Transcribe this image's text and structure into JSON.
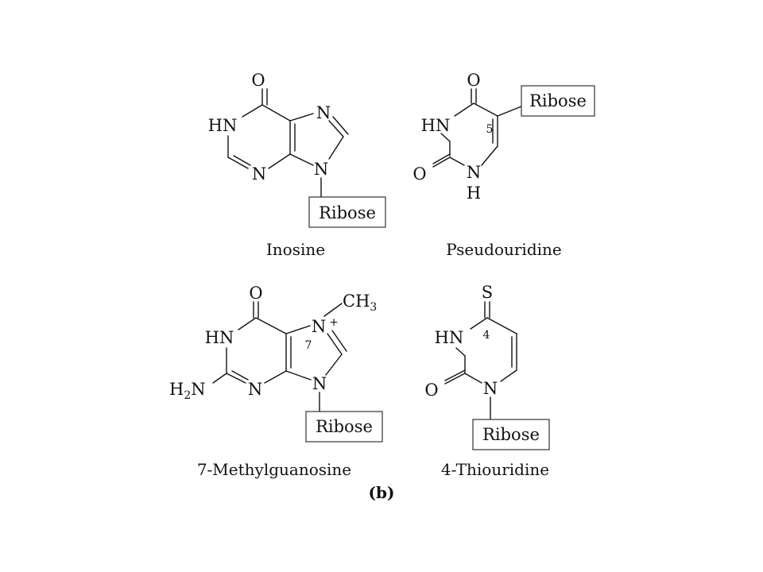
{
  "panel_label": "(b)",
  "ribose_label": "Ribose",
  "molecules": [
    {
      "name": "Inosine",
      "atoms": {
        "o": "O",
        "hn": "HN",
        "n_top": "N",
        "n_bottom": "N",
        "n9": "N"
      }
    },
    {
      "name": "Pseudouridine",
      "atoms": {
        "o_top": "O",
        "hn": "HN",
        "position": "5",
        "o_left": "O",
        "n": "N",
        "h": "H"
      }
    },
    {
      "name": "7-Methylguanosine",
      "atoms": {
        "o": "O",
        "ch3": "CH",
        "ch3_sub": "3",
        "n7": "N",
        "charge": "+",
        "position": "7",
        "hn": "HN",
        "h2n": "H",
        "h2n_sub": "2",
        "h2n_n": "N",
        "n_bottom": "N",
        "n9": "N"
      }
    },
    {
      "name": "4-Thiouridine",
      "atoms": {
        "s": "S",
        "hn": "HN",
        "position": "4",
        "o": "O",
        "n": "N"
      }
    }
  ]
}
